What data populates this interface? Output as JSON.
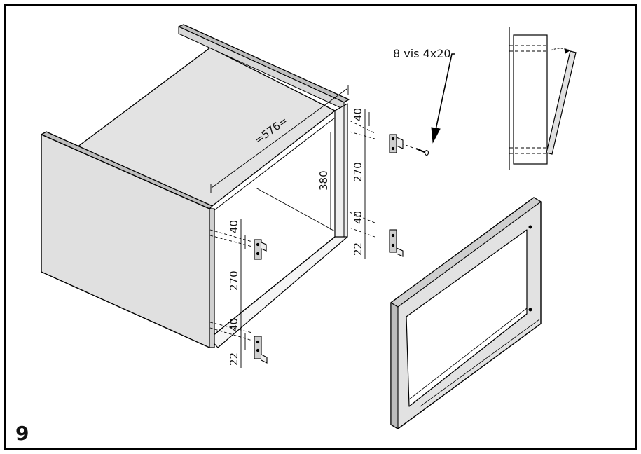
{
  "step_number": "9",
  "screw_label": "8 vis 4x20",
  "dimensions": {
    "width": "=576=",
    "height_inner": "380",
    "right_top_gap": "40",
    "right_spacing": "270",
    "right_bottom_gap": "40",
    "right_offset": "22",
    "left_top_gap": "40",
    "left_spacing": "270",
    "left_bottom_gap": "40",
    "left_offset": "22"
  }
}
